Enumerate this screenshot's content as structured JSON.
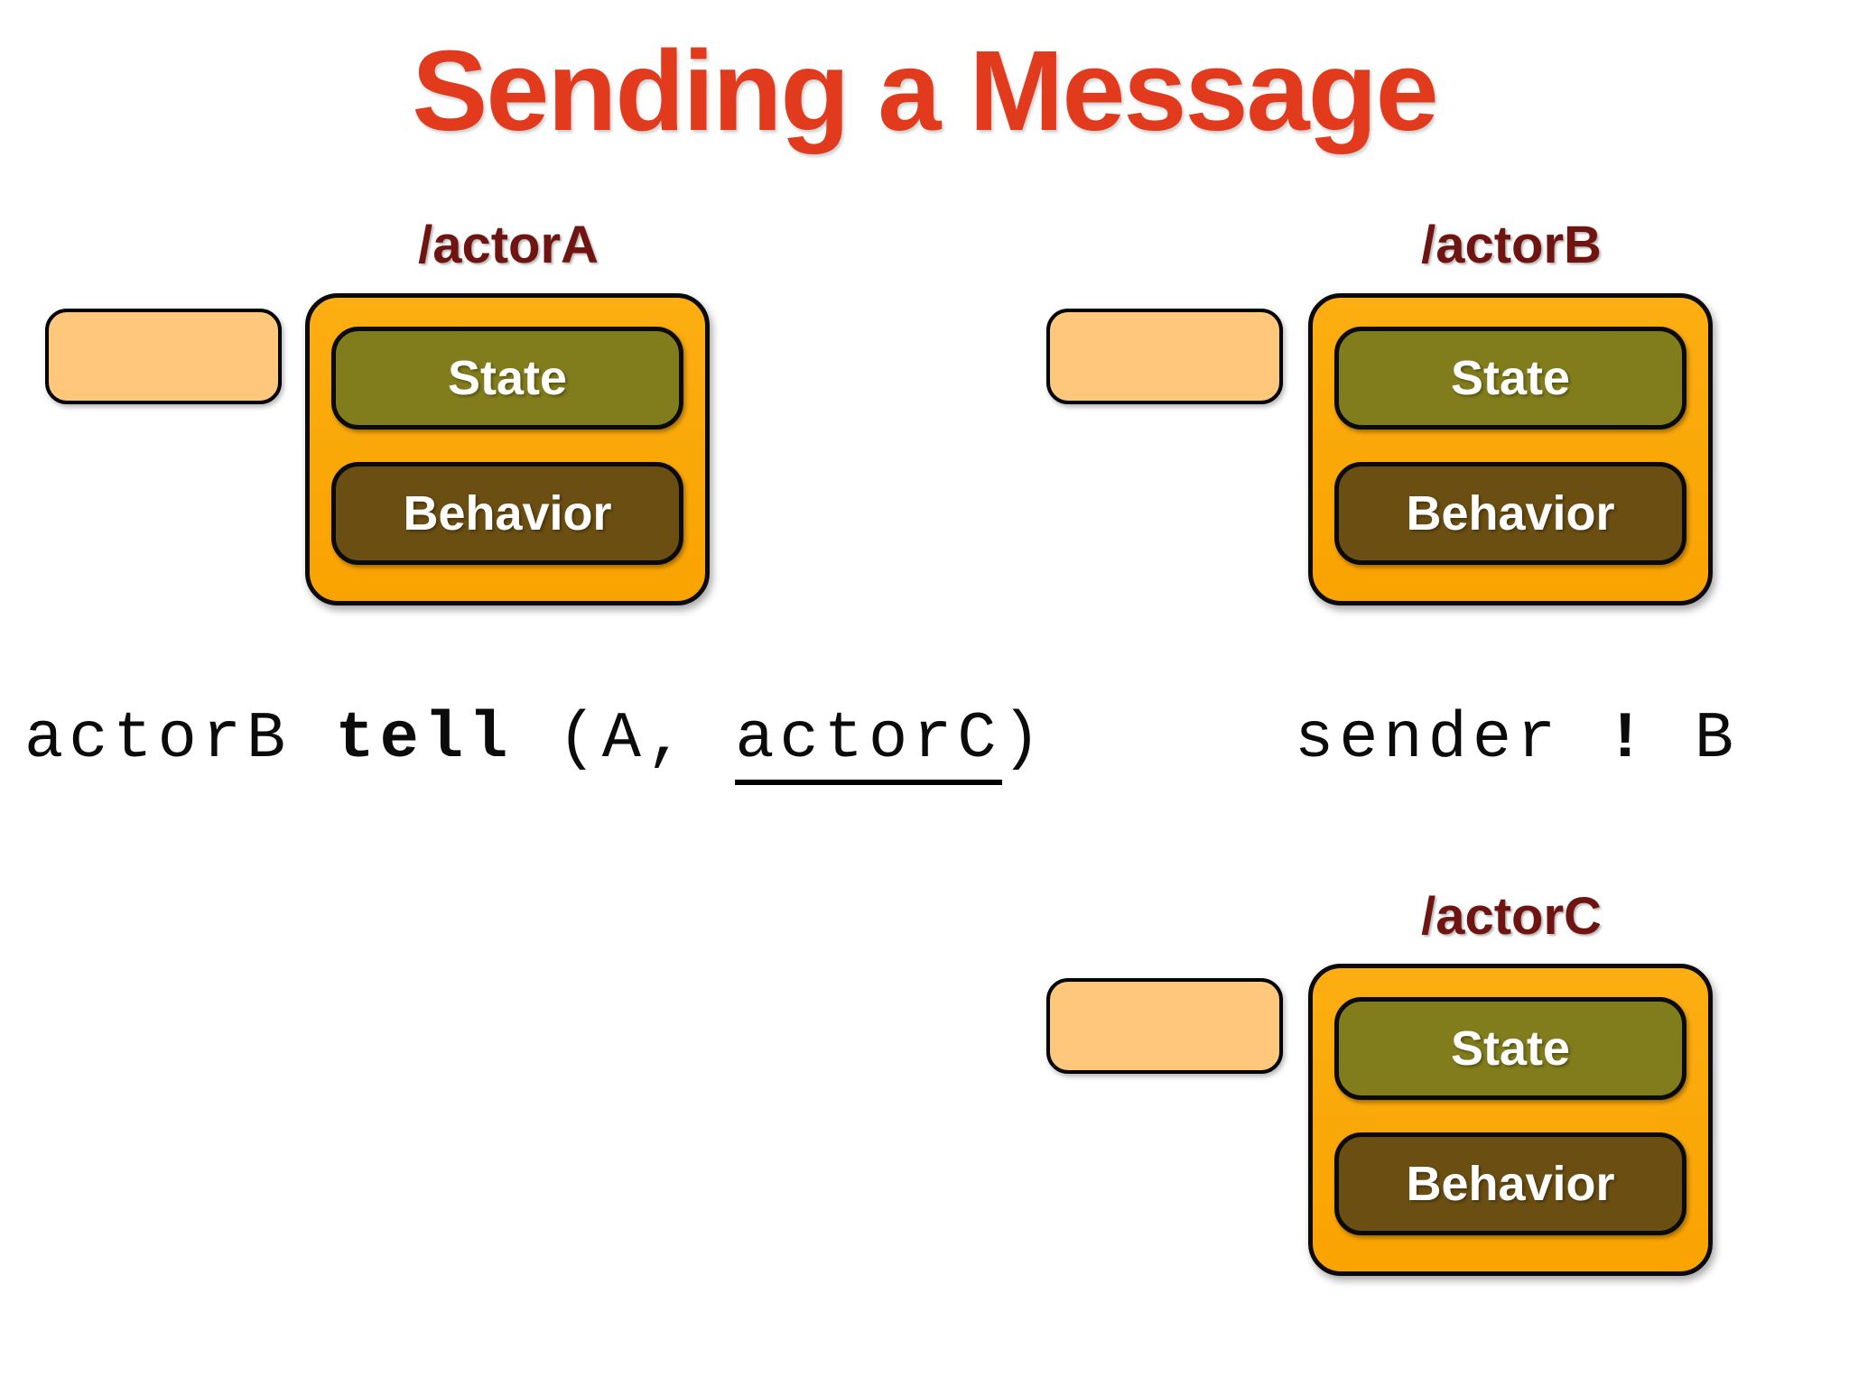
{
  "title": "Sending a Message",
  "actors": [
    {
      "label": "/actorA",
      "state": "State",
      "behavior": "Behavior"
    },
    {
      "label": "/actorB",
      "state": "State",
      "behavior": "Behavior"
    },
    {
      "label": "/actorC",
      "state": "State",
      "behavior": "Behavior"
    }
  ],
  "code_left": {
    "p1": "actorB ",
    "keyword": "tell",
    "p2": " (A, ",
    "ref": "actorC",
    "p3": ")"
  },
  "code_right": {
    "p1": "sender ",
    "op": "!",
    "p2": " B"
  },
  "colors": {
    "title_red": "#E13A1D",
    "actor_label_maroon": "#6F1410",
    "actor_container_orange": "#F9A300",
    "mailbox_peach": "#FEC77C",
    "state_olive": "#827D1C",
    "behavior_brown": "#6B4F12",
    "code_text": "#0b0b0b",
    "inner_text": "#ffffff"
  }
}
